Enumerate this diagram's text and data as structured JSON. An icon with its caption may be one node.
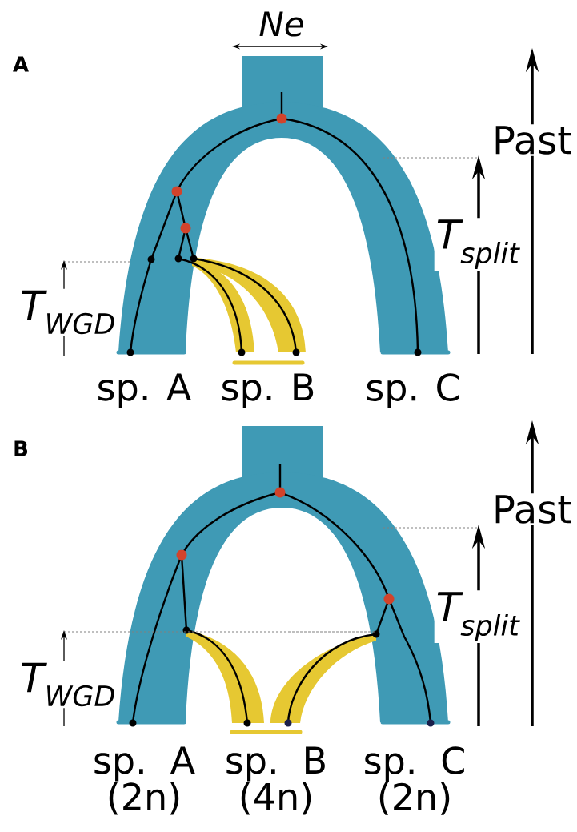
{
  "diagram": {
    "labels": [
      "A",
      "Ne",
      "Past",
      "T$_{split}$",
      "T$_{WGD}$",
      "sp. A",
      "sp. B",
      "sp. C",
      "B",
      "Past",
      "T$_{split}$",
      "T$_{WGD}$",
      "sp. A (2n)",
      "sp. B (4n)",
      "sp. C (2n)"
    ]
  }
}
